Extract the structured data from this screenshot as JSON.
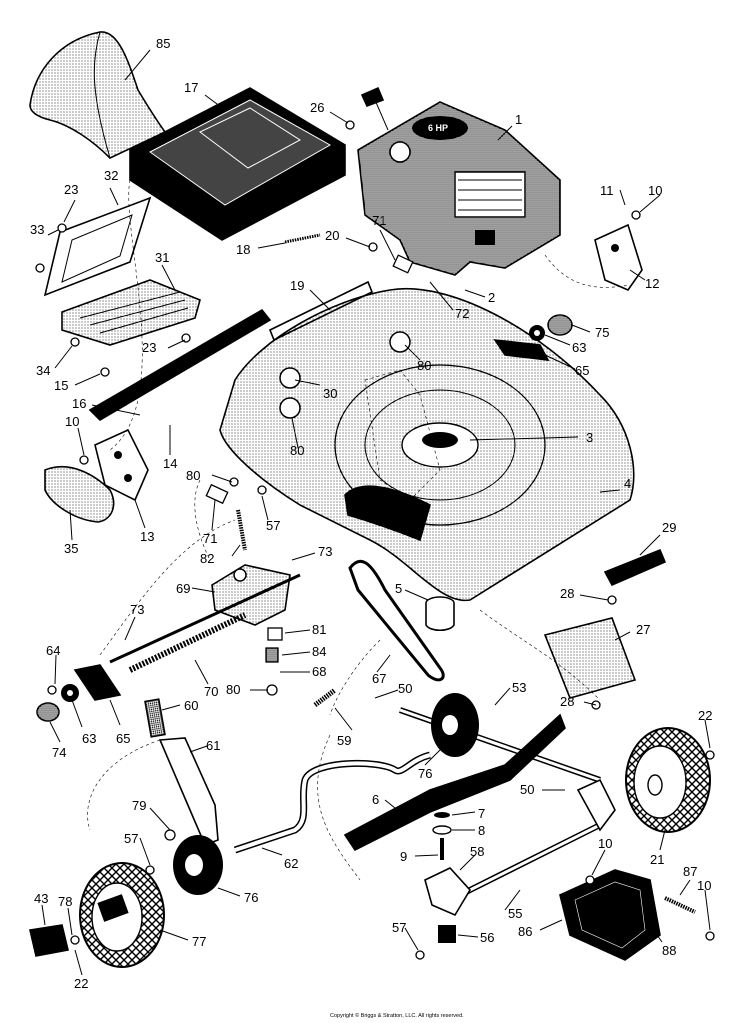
{
  "copyright": "Copyright © Briggs & Stratton, LLC. All rights reserved.",
  "engine_label": "6 HP",
  "colors": {
    "ink": "#000000",
    "paper": "#ffffff"
  },
  "callouts": [
    {
      "id": "85",
      "text": "85"
    },
    {
      "id": "17",
      "text": "17"
    },
    {
      "id": "26",
      "text": "26"
    },
    {
      "id": "1",
      "text": "1"
    },
    {
      "id": "32",
      "text": "32"
    },
    {
      "id": "23a",
      "text": "23"
    },
    {
      "id": "33",
      "text": "33"
    },
    {
      "id": "11",
      "text": "11"
    },
    {
      "id": "10a",
      "text": "10"
    },
    {
      "id": "71a",
      "text": "71"
    },
    {
      "id": "20",
      "text": "20"
    },
    {
      "id": "18",
      "text": "18"
    },
    {
      "id": "12",
      "text": "12"
    },
    {
      "id": "31",
      "text": "31"
    },
    {
      "id": "19",
      "text": "19"
    },
    {
      "id": "2",
      "text": "2"
    },
    {
      "id": "72",
      "text": "72"
    },
    {
      "id": "75",
      "text": "75"
    },
    {
      "id": "63a",
      "text": "63"
    },
    {
      "id": "23b",
      "text": "23"
    },
    {
      "id": "34",
      "text": "34"
    },
    {
      "id": "80a",
      "text": "80"
    },
    {
      "id": "65a",
      "text": "65"
    },
    {
      "id": "15",
      "text": "15"
    },
    {
      "id": "30",
      "text": "30"
    },
    {
      "id": "16",
      "text": "16"
    },
    {
      "id": "3",
      "text": "3"
    },
    {
      "id": "10b",
      "text": "10"
    },
    {
      "id": "14",
      "text": "14"
    },
    {
      "id": "80b",
      "text": "80"
    },
    {
      "id": "80c",
      "text": "80"
    },
    {
      "id": "4",
      "text": "4"
    },
    {
      "id": "13",
      "text": "13"
    },
    {
      "id": "71b",
      "text": "71"
    },
    {
      "id": "57a",
      "text": "57"
    },
    {
      "id": "35",
      "text": "35"
    },
    {
      "id": "29",
      "text": "29"
    },
    {
      "id": "82",
      "text": "82"
    },
    {
      "id": "73a",
      "text": "73"
    },
    {
      "id": "69",
      "text": "69"
    },
    {
      "id": "5",
      "text": "5"
    },
    {
      "id": "28a",
      "text": "28"
    },
    {
      "id": "73b",
      "text": "73"
    },
    {
      "id": "81",
      "text": "81"
    },
    {
      "id": "27",
      "text": "27"
    },
    {
      "id": "84",
      "text": "84"
    },
    {
      "id": "64",
      "text": "64"
    },
    {
      "id": "68",
      "text": "68"
    },
    {
      "id": "67",
      "text": "67"
    },
    {
      "id": "70",
      "text": "70"
    },
    {
      "id": "80d",
      "text": "80"
    },
    {
      "id": "50a",
      "text": "50"
    },
    {
      "id": "53",
      "text": "53"
    },
    {
      "id": "28b",
      "text": "28"
    },
    {
      "id": "60",
      "text": "60"
    },
    {
      "id": "63b",
      "text": "63"
    },
    {
      "id": "65b",
      "text": "65"
    },
    {
      "id": "74",
      "text": "74"
    },
    {
      "id": "22a",
      "text": "22"
    },
    {
      "id": "59",
      "text": "59"
    },
    {
      "id": "61",
      "text": "61"
    },
    {
      "id": "76a",
      "text": "76"
    },
    {
      "id": "50b",
      "text": "50"
    },
    {
      "id": "79",
      "text": "79"
    },
    {
      "id": "6",
      "text": "6"
    },
    {
      "id": "7",
      "text": "7"
    },
    {
      "id": "8",
      "text": "8"
    },
    {
      "id": "21",
      "text": "21"
    },
    {
      "id": "57b",
      "text": "57"
    },
    {
      "id": "9",
      "text": "9"
    },
    {
      "id": "58",
      "text": "58"
    },
    {
      "id": "62",
      "text": "62"
    },
    {
      "id": "10c",
      "text": "10"
    },
    {
      "id": "76b",
      "text": "76"
    },
    {
      "id": "87",
      "text": "87"
    },
    {
      "id": "10d",
      "text": "10"
    },
    {
      "id": "43",
      "text": "43"
    },
    {
      "id": "78",
      "text": "78"
    },
    {
      "id": "55",
      "text": "55"
    },
    {
      "id": "77",
      "text": "77"
    },
    {
      "id": "86",
      "text": "86"
    },
    {
      "id": "88",
      "text": "88"
    },
    {
      "id": "57c",
      "text": "57"
    },
    {
      "id": "56",
      "text": "56"
    },
    {
      "id": "22b",
      "text": "22"
    }
  ]
}
